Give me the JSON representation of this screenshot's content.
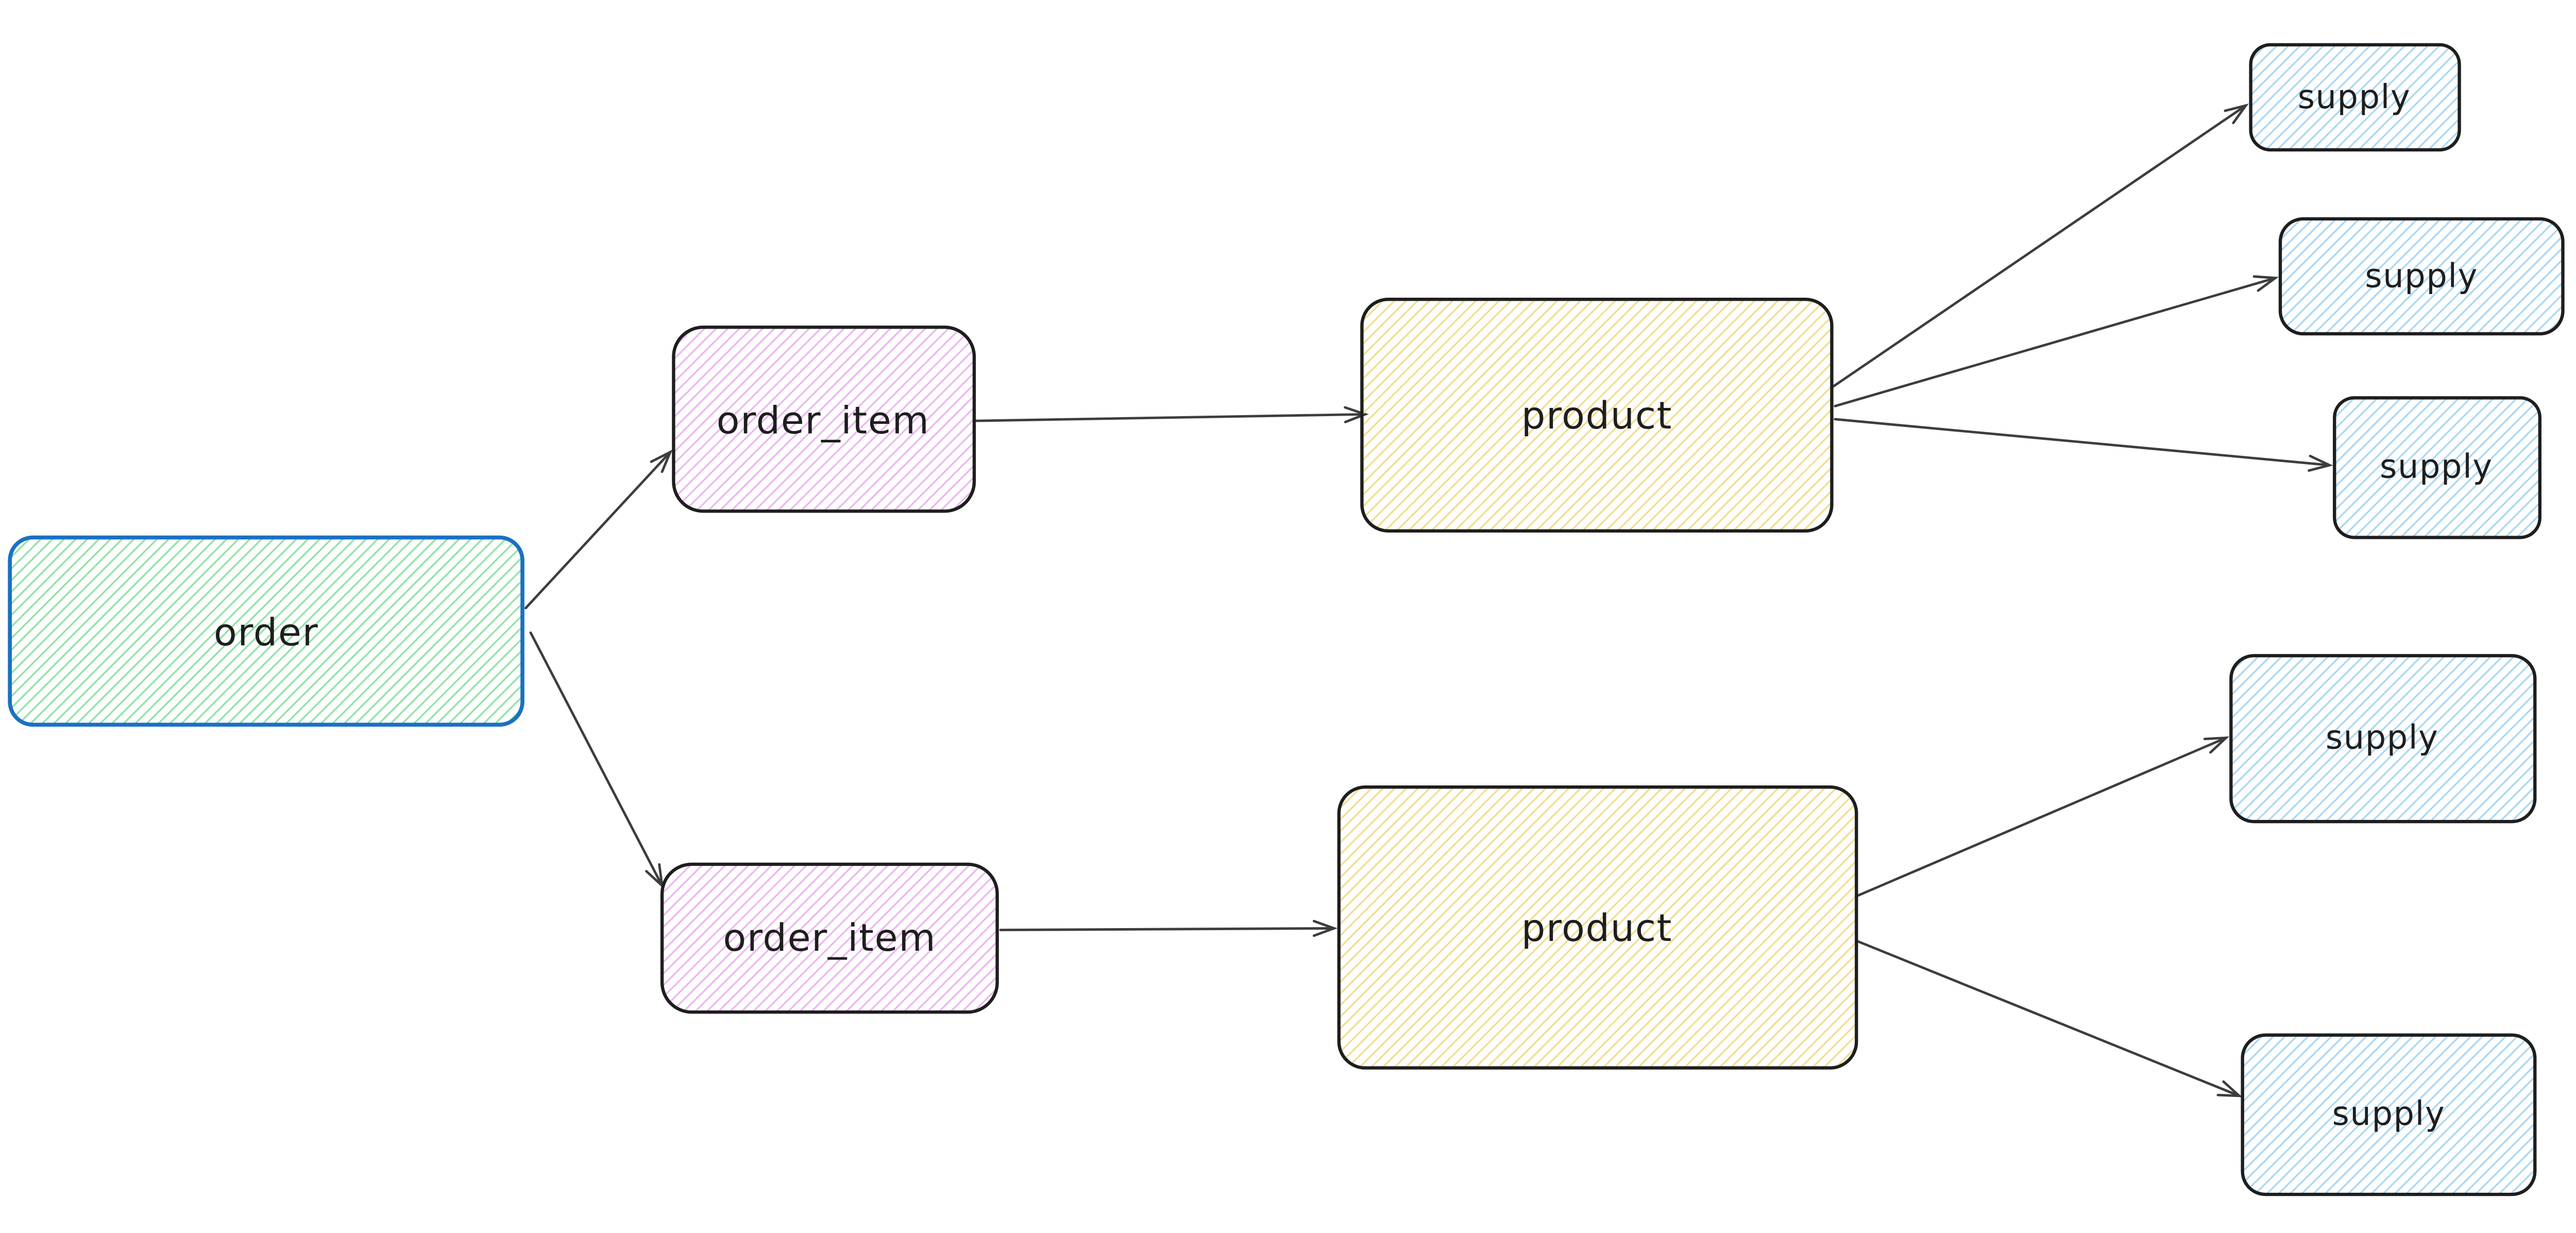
{
  "diagram": {
    "nodes": [
      {
        "id": "order",
        "label": "order",
        "shape": "rounded-rectangle",
        "fill_style": "hachure"
      },
      {
        "id": "order_item_1",
        "label": "order_item",
        "shape": "rounded-rectangle",
        "fill_style": "hachure"
      },
      {
        "id": "order_item_2",
        "label": "order_item",
        "shape": "rounded-rectangle",
        "fill_style": "hachure"
      },
      {
        "id": "product_1",
        "label": "product",
        "shape": "rounded-rectangle",
        "fill_style": "hachure"
      },
      {
        "id": "product_2",
        "label": "product",
        "shape": "rounded-rectangle",
        "fill_style": "hachure"
      },
      {
        "id": "supply_1",
        "label": "supply",
        "shape": "rounded-rectangle",
        "fill_style": "hachure"
      },
      {
        "id": "supply_2",
        "label": "supply",
        "shape": "rounded-rectangle",
        "fill_style": "hachure"
      },
      {
        "id": "supply_3",
        "label": "supply",
        "shape": "rounded-rectangle",
        "fill_style": "hachure"
      },
      {
        "id": "supply_4",
        "label": "supply",
        "shape": "rounded-rectangle",
        "fill_style": "hachure"
      },
      {
        "id": "supply_5",
        "label": "supply",
        "shape": "rounded-rectangle",
        "fill_style": "hachure"
      }
    ],
    "edges": [
      {
        "from": "order",
        "to": "order_item_1",
        "style": "arrow"
      },
      {
        "from": "order",
        "to": "order_item_2",
        "style": "arrow"
      },
      {
        "from": "order_item_1",
        "to": "product_1",
        "style": "arrow"
      },
      {
        "from": "order_item_2",
        "to": "product_2",
        "style": "arrow"
      },
      {
        "from": "product_1",
        "to": "supply_1",
        "style": "arrow"
      },
      {
        "from": "product_1",
        "to": "supply_2",
        "style": "arrow"
      },
      {
        "from": "product_1",
        "to": "supply_3",
        "style": "arrow"
      },
      {
        "from": "product_2",
        "to": "supply_4",
        "style": "arrow"
      },
      {
        "from": "product_2",
        "to": "supply_5",
        "style": "arrow"
      }
    ]
  },
  "colors": {
    "background": "#ffffff",
    "text": "#1e1e1e",
    "box_stroke": "#1e1e1e",
    "order_stroke": "#1971c2",
    "arrow": "#3d3d3d",
    "order_fill_hatch": "#8ce2a2",
    "order_item_fill_hatch": "#edb3f2",
    "product_fill_hatch": "#f3dc8a",
    "supply_fill_hatch": "#a6d6f5"
  }
}
